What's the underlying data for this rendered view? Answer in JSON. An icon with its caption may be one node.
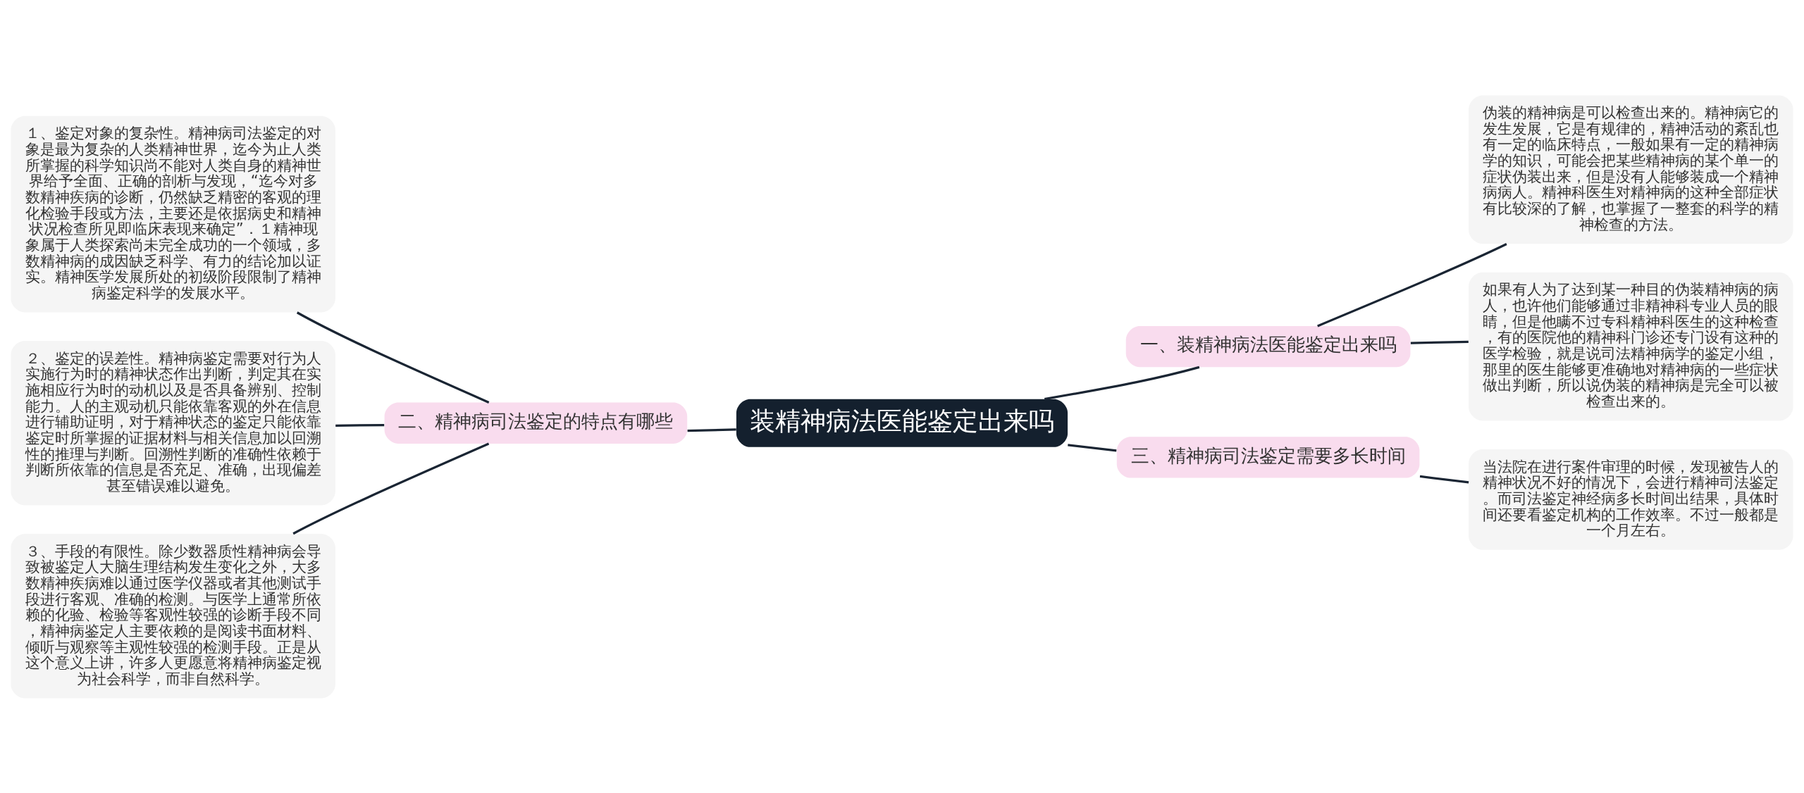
{
  "diagram": {
    "nodes": [
      {
        "text": [
          "装精神病法医能鉴定出来吗"
        ]
      },
      {
        "text": [
          "二、精神病司法鉴定的特点有哪些"
        ]
      },
      {
        "text": [
          "１、鉴定对象的复杂性。精神病司法鉴定的对象是最为复杂的人类精神世界，迄今为止人类所掌握的科学知识尚不能对人类自身的精神世界给予全面、正确的剖析与发现，“迄今对多数精神疾病的诊断，仍然缺乏精密的客观的理化检验手段或方法，主要还是依据病史和精神状况检查所见即临床表现来确定”．１精神现象属于人类探索尚未完全成功的一个领域，多数精神病的成因缺乏科学、有力的结论加以证实。精神医学发展所处的初级阶段限制了精神病鉴定科学的发展水平。"
        ]
      },
      {
        "text": [
          "２、鉴定的误差性。精神病鉴定需要对行为人实施行为时的精神状态作出判断，判定其在实施相应行为时的动机以及是否具备辨别、控制能力。人的主观动机只能依靠客观的外在信息进行辅助证明，对于精神状态的鉴定只能依靠鉴定时所掌握的证据材料与相关信息加以回溯性的推理与判断。回溯性判断的准确性依赖于判断所依靠的信息是否充足、准确，出现偏差甚至错误难以避免。"
        ]
      },
      {
        "text": [
          "３、手段的有限性。除少数器质性精神病会导致被鉴定人大脑生理结构发生变化之外，大多数精神疾病难以通过医学仪器或者其他测试手段进行客观、准确的检测。与医学上通常所依赖的化验、检验等客观性较强的诊断手段不同，精神病鉴定人主要依赖的是阅读书面材料、倾听与观察等主观性较强的检测手段。正是从这个意义上讲，许多人更愿意将精神病鉴定视为社会科学，而非自然科学。"
        ]
      },
      {
        "text": [
          "一、装精神病法医能鉴定出来吗"
        ]
      },
      {
        "text": [
          "伪装的精神病是可以检查出来的。精神病它的发生发展，它是有规律的，精神活动的紊乱也有一定的临床特点，一般如果有一定的精神病学的知识，可能会把某些精神病的某个单一的症状伪装出来，但是没有人能够装成一个精神病病人。精神科医生对精神病的这种全部症状有比较深的了解，也掌握了一整套的科学的精神检查的方法。"
        ]
      },
      {
        "text": [
          "如果有人为了达到某一种目的伪装精神病的病人，也许他们能够通过非精神科专业人员的眼睛，但是他瞒不过专科精神科医生的这种检查，有的医院他的精神科门诊还专门设有这种的医学检验，就是说司法精神病学的鉴定小组，那里的医生能够更准确地对精神病的一些症状做出判断，所以说伪装的精神病是完全可以被检查出来的。"
        ]
      },
      {
        "text": [
          "三、精神病司法鉴定需要多长时间"
        ]
      },
      {
        "text": [
          "当法院在进行案件审理的时候，发现被告人的精神状况不好的情况下，会进行精神司法鉴定。而司法鉴定神经病多长时间出结果，具体时间还要看鉴定机构的工作效率。不过一般都是一个月左右。"
        ]
      }
    ],
    "edges": [
      {
        "from": 0,
        "to": 1,
        "arrow": "none"
      },
      {
        "from": 1,
        "to": 2,
        "arrow": "none"
      },
      {
        "from": 1,
        "to": 3,
        "arrow": "none"
      },
      {
        "from": 1,
        "to": 4,
        "arrow": "none"
      },
      {
        "from": 0,
        "to": 5,
        "arrow": "none"
      },
      {
        "from": 5,
        "to": 6,
        "arrow": "none"
      },
      {
        "from": 5,
        "to": 7,
        "arrow": "none"
      },
      {
        "from": 0,
        "to": 8,
        "arrow": "none"
      },
      {
        "from": 8,
        "to": 9,
        "arrow": "none"
      }
    ]
  }
}
